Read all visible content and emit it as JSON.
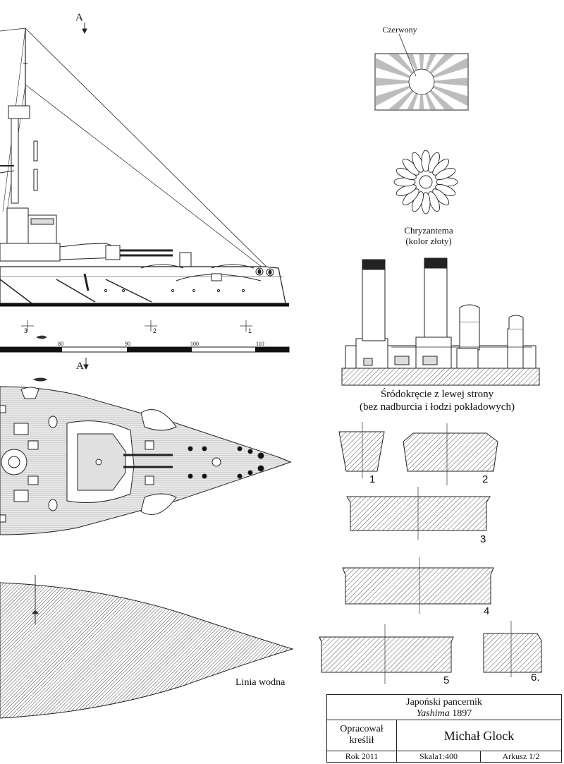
{
  "markers": {
    "section_a": "A"
  },
  "flag": {
    "label": "Czerwony"
  },
  "chrysanthemum": {
    "label_line1": "Chryzantema",
    "label_line2": "(kolor złoty)"
  },
  "midship": {
    "caption_line1": "Śródokręcie z lewej strony",
    "caption_line2": "(bez nadburcia i łodzi pokładowych)"
  },
  "frames": [
    "3",
    "2",
    "1"
  ],
  "scale_bar": {
    "ticks": [
      "80",
      "90",
      "100",
      "110"
    ]
  },
  "sections": [
    "1",
    "2",
    "3",
    "4",
    "5",
    "6."
  ],
  "waterline": {
    "label": "Linia wodna"
  },
  "title_block": {
    "title_line1": "Japoński pancernik",
    "ship_name": "Yashima",
    "year_built": "1897",
    "drawn_by_label_line1": "Opracował",
    "drawn_by_label_line2": "kreślił",
    "author": "Michał Glock",
    "year": "Rok 2011",
    "scale": "Skala1:400",
    "sheet": "Arkusz 1/2"
  }
}
